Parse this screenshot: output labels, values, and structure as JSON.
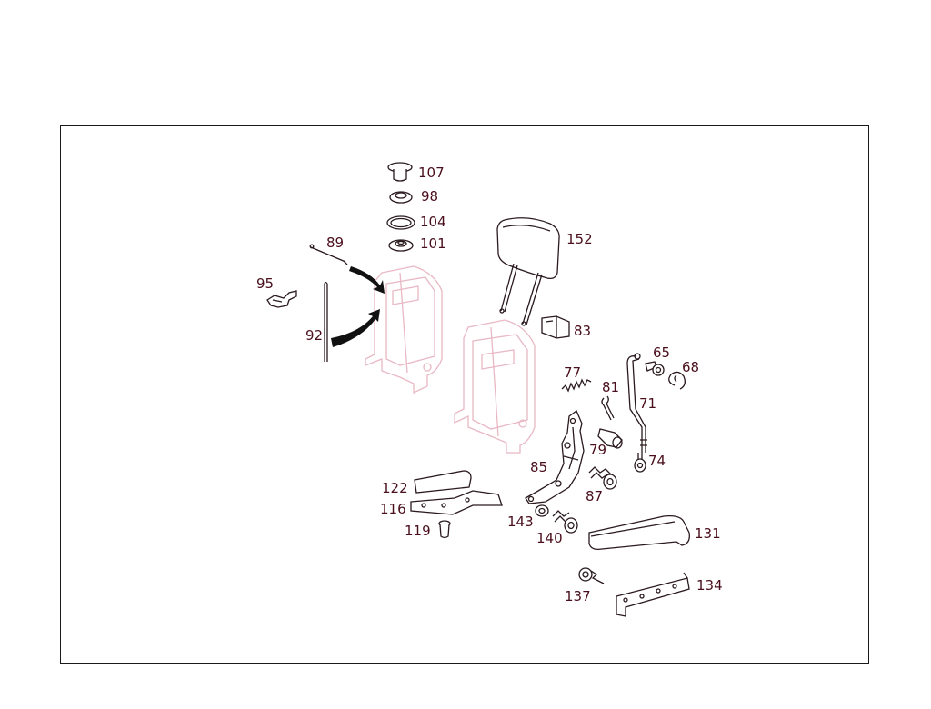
{
  "diagram": {
    "labels": {
      "p107": "107",
      "p98": "98",
      "p104": "104",
      "p101": "101",
      "p89": "89",
      "p95": "95",
      "p92": "92",
      "p152": "152",
      "p83": "83",
      "p77": "77",
      "p81": "81",
      "p65": "65",
      "p68": "68",
      "p71": "71",
      "p79": "79",
      "p74": "74",
      "p85": "85",
      "p87": "87",
      "p122": "122",
      "p116": "116",
      "p119": "119",
      "p143": "143",
      "p140": "140",
      "p131": "131",
      "p137": "137",
      "p134": "134"
    },
    "colors": {
      "label": "#4a0f1c",
      "line": "#2a1a1e",
      "ghost": "#e8b8c4",
      "frame": "#1a1a1a"
    }
  }
}
